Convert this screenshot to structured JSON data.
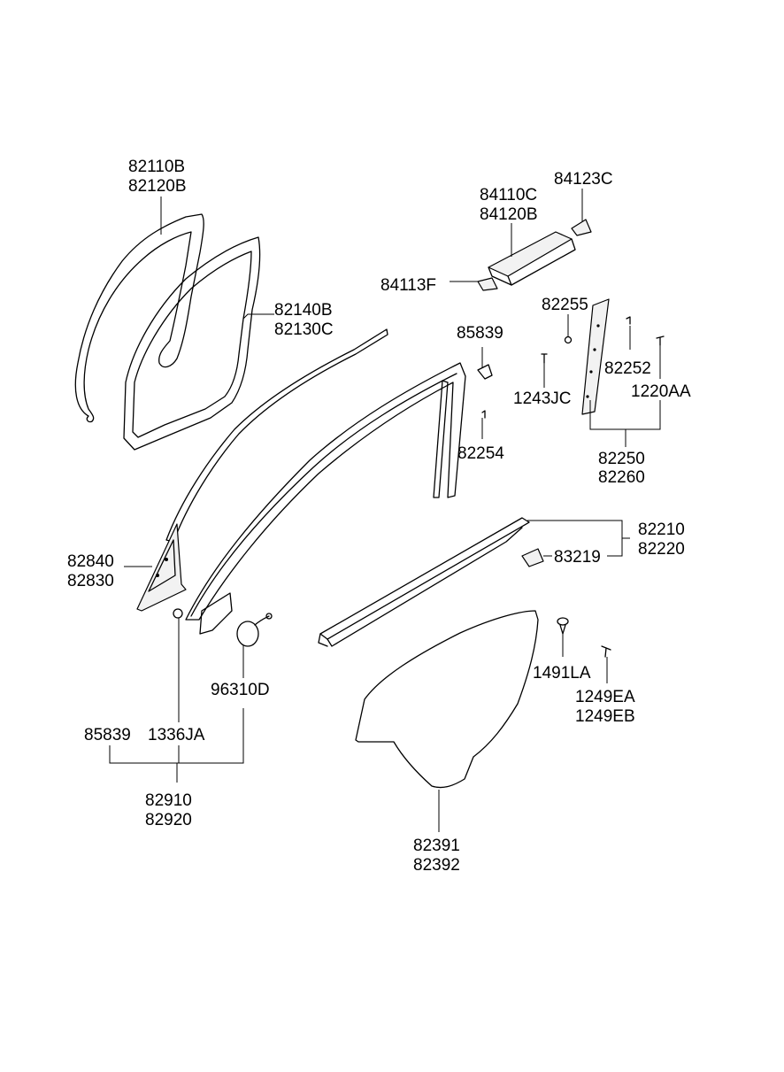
{
  "labels": {
    "l_82110B": "82110B",
    "l_82120B": "82120B",
    "l_82140B": "82140B",
    "l_82130C": "82130C",
    "l_84110C": "84110C",
    "l_84120B": "84120B",
    "l_84123C": "84123C",
    "l_84113F": "84113F",
    "l_82255": "82255",
    "l_85839a": "85839",
    "l_82252": "82252",
    "l_1243JC": "1243JC",
    "l_1220AA": "1220AA",
    "l_82254": "82254",
    "l_82250": "82250",
    "l_82260": "82260",
    "l_82210": "82210",
    "l_82220": "82220",
    "l_83219": "83219",
    "l_82840": "82840",
    "l_82830": "82830",
    "l_96310D": "96310D",
    "l_1491LA": "1491LA",
    "l_1249EA": "1249EA",
    "l_1249EB": "1249EB",
    "l_85839b": "85839",
    "l_1336JA": "1336JA",
    "l_82910": "82910",
    "l_82920": "82920",
    "l_82391": "82391",
    "l_82392": "82392"
  }
}
